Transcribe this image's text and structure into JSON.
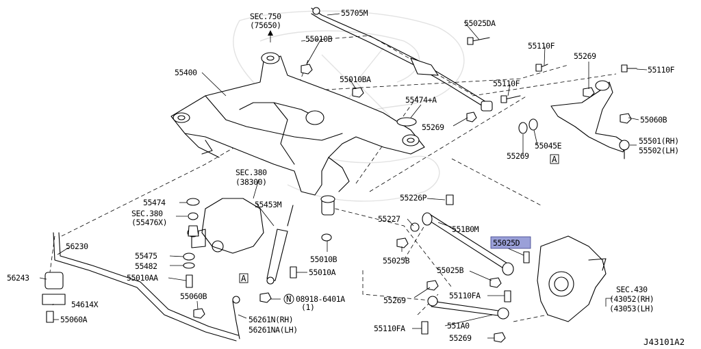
{
  "diagram": {
    "reference": "J43101A2",
    "highlight_color": "#9aa0d8",
    "box_marker": "A",
    "circle_marker": "N",
    "labels": {
      "sec750": "SEC.750",
      "sec750_sub": "(75650)",
      "p55705M": "55705M",
      "p55025DA": "55025DA",
      "p55010B_top": "55010B",
      "p55010BA": "55010BA",
      "p55400": "55400",
      "p55110F_a": "55110F",
      "p55269_a": "55269",
      "p55110F_b": "55110F",
      "p55110F_c": "55110F",
      "p55474A": "55474+A",
      "p55269_b": "55269",
      "p55060B_r": "55060B",
      "p55045E": "55045E",
      "p55269_c": "55269",
      "p55501": "55501(RH)",
      "p55502": "55502(LH)",
      "sec380": "SEC.380",
      "sec380_sub": "(38300)",
      "p55474": "55474",
      "sec380b": "SEC.380",
      "sec380b_sub": "(55476X)",
      "p55453M": "55453M",
      "p55226P": "55226P",
      "p55227": "55227",
      "p551B0M": "551B0M",
      "p55025D": "55025D",
      "p56230": "56230",
      "p55475": "55475",
      "p55482": "55482",
      "p55010AA": "55010AA",
      "p56243": "56243",
      "p54614X": "54614X",
      "p55060A": "55060A",
      "p55060B_l": "55060B",
      "p55010B_mid": "55010B",
      "p55025B_a": "55025B",
      "p55025B_b": "55025B",
      "p55010A": "55010A",
      "p08918": "08918-6401A",
      "p08918_qty": "(1)",
      "p55269_d": "55269",
      "p55110FA_a": "55110FA",
      "p56261N": "56261N(RH)",
      "p56261NA": "56261NA(LH)",
      "p551A0": "551A0",
      "p55110FA_b": "55110FA",
      "p55269_e": "55269",
      "sec430": "SEC.430",
      "sec430_rh": "(43052(RH)",
      "sec430_lh": "(43053(LH)"
    }
  }
}
